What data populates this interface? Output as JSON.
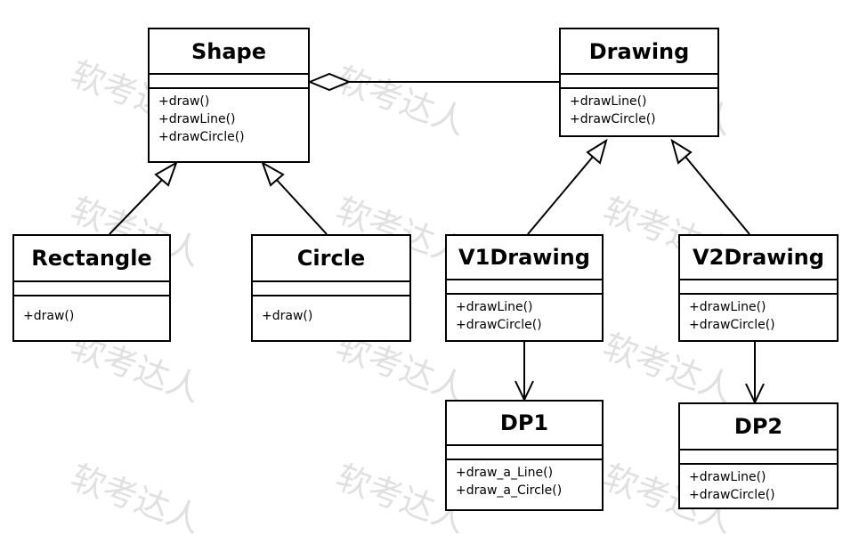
{
  "watermark": "软考达人",
  "classes": {
    "shape": {
      "name": "Shape",
      "ops": [
        "+draw()",
        "+drawLine()",
        "+drawCircle()"
      ]
    },
    "drawing": {
      "name": "Drawing",
      "ops": [
        "+drawLine()",
        "+drawCircle()"
      ]
    },
    "rectangle": {
      "name": "Rectangle",
      "ops": [
        "+draw()"
      ]
    },
    "circle": {
      "name": "Circle",
      "ops": [
        "+draw()"
      ]
    },
    "v1drawing": {
      "name": "V1Drawing",
      "ops": [
        "+drawLine()",
        "+drawCircle()"
      ]
    },
    "v2drawing": {
      "name": "V2Drawing",
      "ops": [
        "+drawLine()",
        "+drawCircle()"
      ]
    },
    "dp1": {
      "name": "DP1",
      "ops": [
        "+draw_a_Line()",
        "+draw_a_Circle()"
      ]
    },
    "dp2": {
      "name": "DP2",
      "ops": [
        "+drawLine()",
        "+drawCircle()"
      ]
    }
  },
  "relationships": [
    {
      "type": "aggregation",
      "from": "drawing",
      "to": "shape"
    },
    {
      "type": "generalization",
      "from": "rectangle",
      "to": "shape"
    },
    {
      "type": "generalization",
      "from": "circle",
      "to": "shape"
    },
    {
      "type": "generalization",
      "from": "v1drawing",
      "to": "drawing"
    },
    {
      "type": "generalization",
      "from": "v2drawing",
      "to": "drawing"
    },
    {
      "type": "dependency",
      "from": "v1drawing",
      "to": "dp1"
    },
    {
      "type": "dependency",
      "from": "v2drawing",
      "to": "dp2"
    }
  ]
}
